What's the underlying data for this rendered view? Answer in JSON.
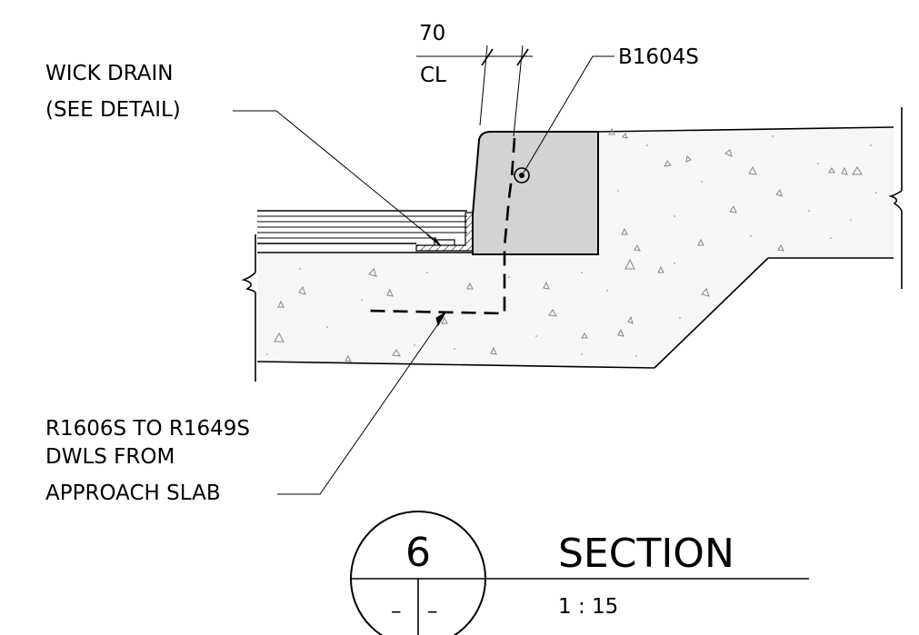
{
  "labels": {
    "wick_drain_line1": "WICK DRAIN",
    "wick_drain_line2": "(SEE DETAIL)",
    "bar_mark": "B1604S",
    "dim_value": "70",
    "dim_ref": "CL",
    "dowels_line1": "R1606S TO R1649S",
    "dowels_line2": "DWLS FROM",
    "dowels_line3": "APPROACH SLAB"
  },
  "title_block": {
    "section_number": "6",
    "sheet_left": "–",
    "sheet_right": "–",
    "title": "SECTION",
    "scale": "1 : 15"
  }
}
